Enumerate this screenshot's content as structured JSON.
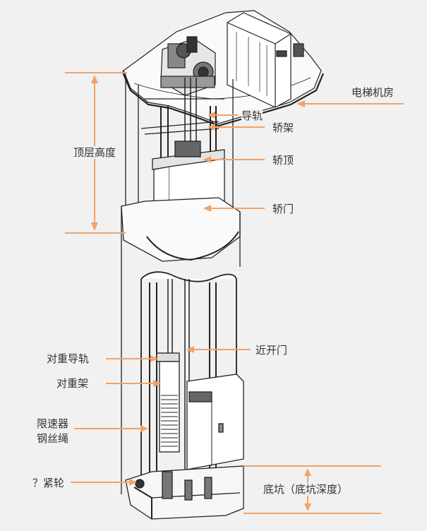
{
  "labels": {
    "machine_room": "电梯机房",
    "guide_rail": "导轨",
    "car_frame": "轿架",
    "car_top": "轿顶",
    "car_door": "轿门",
    "overhead_height": "顶层高度",
    "landing_door": "近开门",
    "cw_guide_rail": "对重导轨",
    "cw_frame": "对重架",
    "governor_rope_line1": "限速器",
    "governor_rope_line2": "钢丝绳",
    "tension_pulley": "？紧轮",
    "pit": "底坑（底坑深度）"
  },
  "colors": {
    "background": "#f1f1f1",
    "accent": "#f0a36a",
    "line": "#222222",
    "text": "#333333"
  }
}
